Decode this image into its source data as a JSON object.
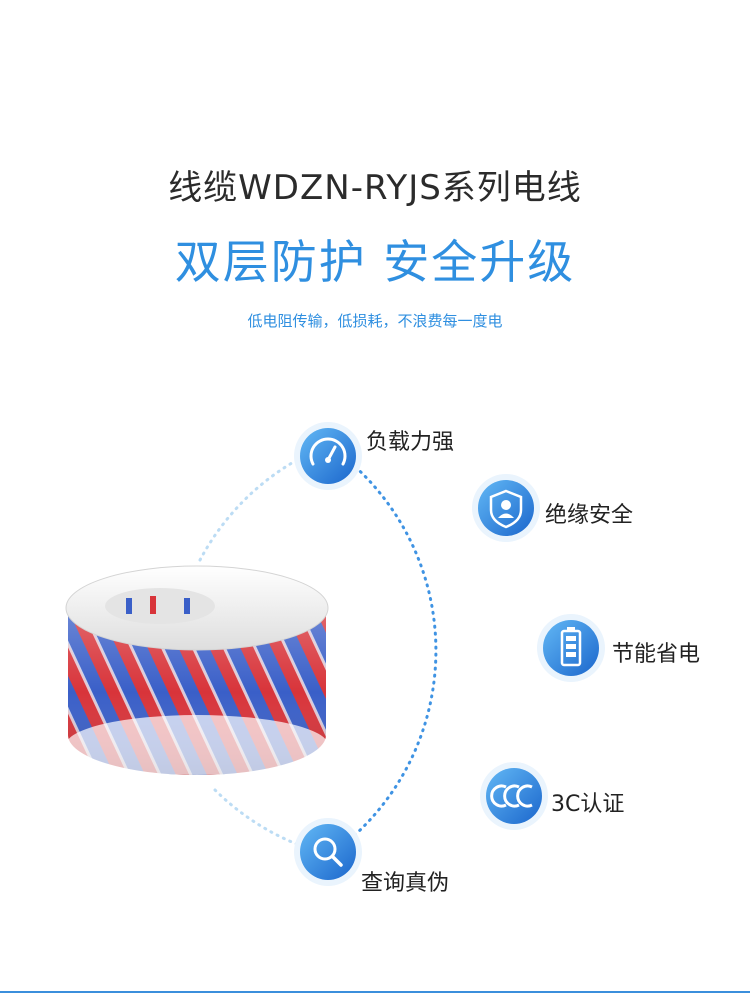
{
  "header": {
    "title": "线缆WDZN-RYJS系列电线",
    "slogan": "双层防护 安全升级",
    "description": "低电阻传输，低损耗，不浪费每一度电"
  },
  "features": [
    {
      "label": "负载力强",
      "icon": "speedometer-icon"
    },
    {
      "label": "绝缘安全",
      "icon": "shield-user-icon"
    },
    {
      "label": "节能省电",
      "icon": "battery-icon"
    },
    {
      "label": "3C认证",
      "icon": "ccc-certification-icon"
    },
    {
      "label": "查询真伪",
      "icon": "search-icon"
    }
  ],
  "product": {
    "image": "wire-coil-icon"
  },
  "colors": {
    "accent": "#2f8fe0",
    "icon_dark": "#1e6fd0",
    "icon_light": "#5fb3f2",
    "wire_red": "#d8343a",
    "wire_blue": "#3a5fc8"
  }
}
